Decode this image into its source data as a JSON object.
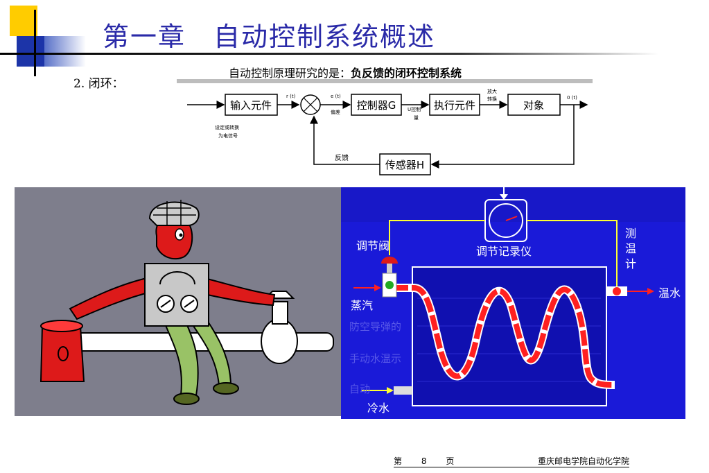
{
  "header": {
    "title": "第一章　自动控制系统概述"
  },
  "section": {
    "label": "2. 闭环："
  },
  "diagram": {
    "title_prefix": "自动控制原理研究的是：",
    "title_emphasis": "负反馈的闭环控制系统",
    "blocks": {
      "input": "输入元件",
      "controller": "控制器G",
      "actuator": "执行元件",
      "plant": "对象",
      "sensor": "传感器H"
    },
    "signals": {
      "r": "r (t)",
      "e": "e (t)",
      "deviation": "偏差",
      "u_top": "U控制",
      "u_bottom": "量",
      "amplify_top": "放大",
      "amplify_bottom": "转换",
      "output": "0 (t)",
      "setpoint_1": "设定或转换",
      "setpoint_2": "为电信号",
      "feedback": "反馈"
    }
  },
  "heat_panel": {
    "valve": "调节阀",
    "recorder": "调节记录仪",
    "sensor_1": "测",
    "sensor_2": "温",
    "sensor_3": "计",
    "warm_water": "温水",
    "steam": "蒸汽",
    "cold_water": "冷水",
    "ghost_1": "防空导弹的",
    "ghost_2": "手动水温示",
    "ghost_3": "自动",
    "colors": {
      "background": "#1a1ad8",
      "pipe_hot": "#ff2020",
      "line": "#ffff33"
    }
  },
  "footer": {
    "page_prefix": "第",
    "page_number": "8",
    "page_suffix": "页",
    "org": "重庆邮电学院自动化学院"
  }
}
